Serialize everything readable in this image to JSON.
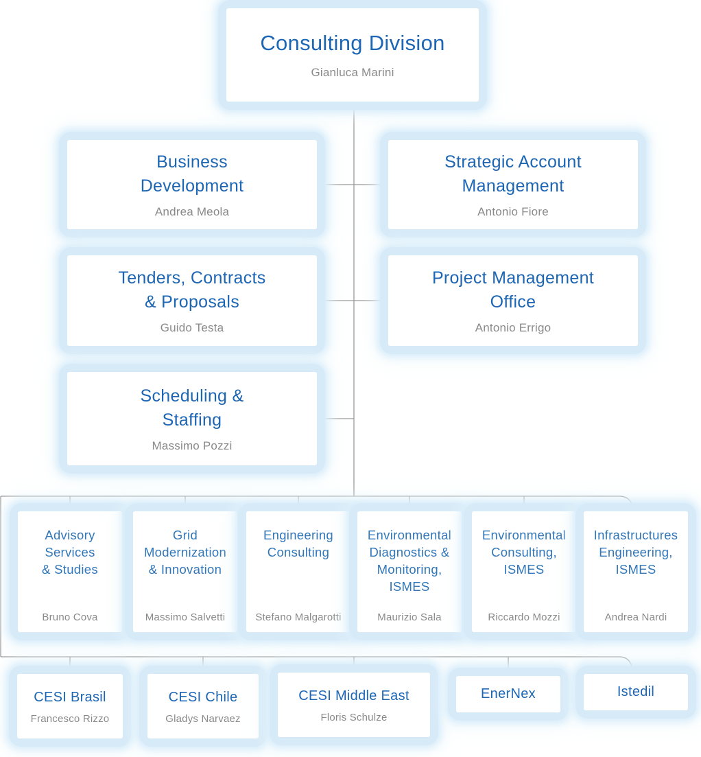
{
  "theme": {
    "accent": "#1d66b3",
    "accent_light": "#3177b9",
    "manager_color": "#8a8a8a",
    "halo": "#d7eaf8",
    "line": "#999999",
    "card_bg": "#ffffff"
  },
  "org": {
    "root": {
      "title": "Consulting Division",
      "manager": "Gianluca Marini"
    },
    "departments": [
      {
        "title": "Business\nDevelopment",
        "manager": "Andrea Meola"
      },
      {
        "title": "Strategic Account\nManagement",
        "manager": "Antonio Fiore"
      },
      {
        "title": "Tenders, Contracts\n& Proposals",
        "manager": "Guido Testa"
      },
      {
        "title": "Project Management\nOffice",
        "manager": "Antonio Errigo"
      },
      {
        "title": "Scheduling &\nStaffing",
        "manager": "Massimo Pozzi"
      }
    ],
    "business_units": [
      {
        "title": "Advisory\nServices\n& Studies",
        "manager": "Bruno Cova"
      },
      {
        "title": "Grid\nModernization\n& Innovation",
        "manager": "Massimo Salvetti"
      },
      {
        "title": "Engineering\nConsulting",
        "manager": "Stefano Malgarotti"
      },
      {
        "title": "Environmental\nDiagnostics &\nMonitoring,\nISMES",
        "manager": "Maurizio Sala"
      },
      {
        "title": "Environmental\nConsulting,\nISMES",
        "manager": "Riccardo Mozzi"
      },
      {
        "title": "Infrastructures\nEngineering,\nISMES",
        "manager": "Andrea Nardi"
      }
    ],
    "subsidiaries": [
      {
        "title": "CESI Brasil",
        "manager": "Francesco Rizzo"
      },
      {
        "title": "CESI Chile",
        "manager": "Gladys Narvaez"
      },
      {
        "title": "CESI Middle East",
        "manager": "Floris Schulze"
      },
      {
        "title": "EnerNex"
      },
      {
        "title": "Istedil"
      }
    ]
  }
}
